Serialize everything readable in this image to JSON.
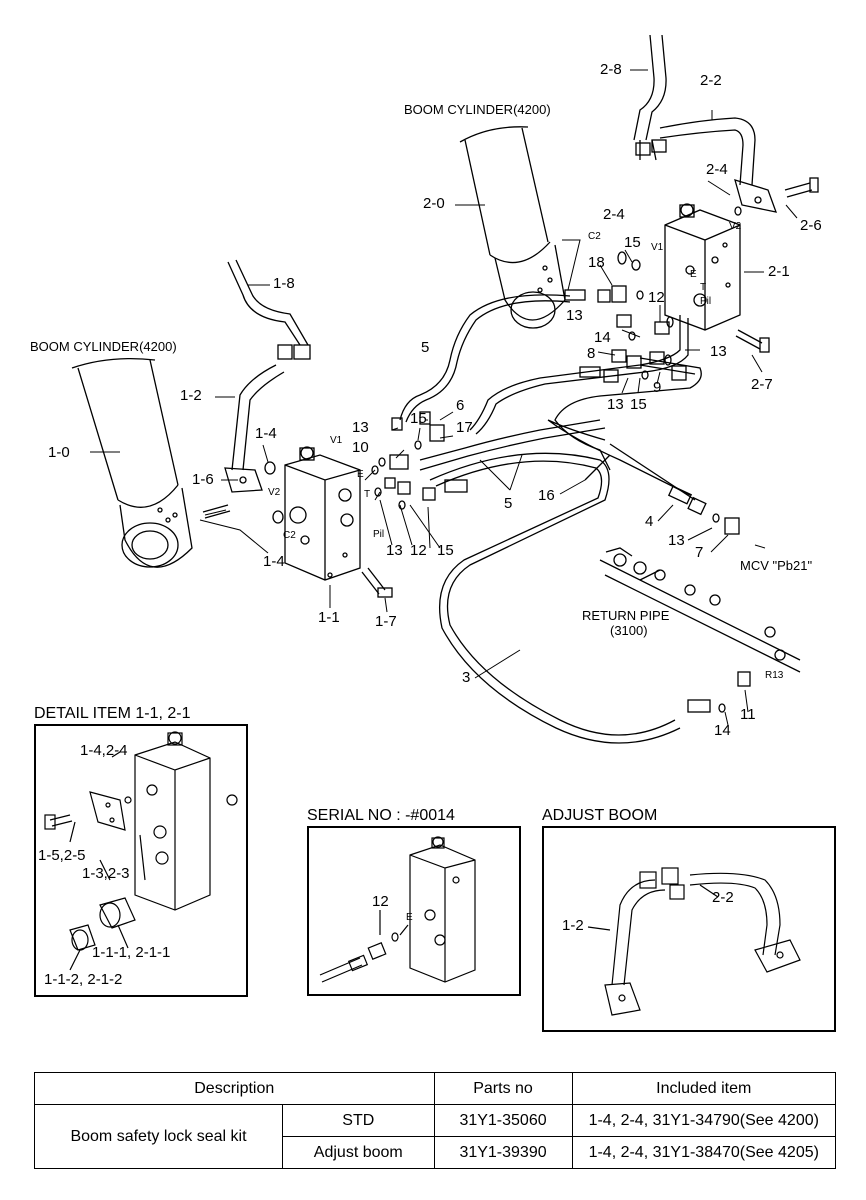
{
  "labels": {
    "boom_cyl_top": "BOOM CYLINDER(4200)",
    "boom_cyl_left": "BOOM CYLINDER(4200)",
    "l_2_8": "2-8",
    "l_2_2": "2-2",
    "l_2_4a": "2-4",
    "l_2_4b": "2-4",
    "l_2_6": "2-6",
    "l_2_0": "2-0",
    "l_2_1": "2-1",
    "l_2_7": "2-7",
    "l_c2_top": "C2",
    "l_v1_top": "V1",
    "l_v2_top": "V2",
    "l_t_top": "T",
    "l_pil_top": "Pil",
    "l_e_top": "E",
    "l_15a": "15",
    "l_18": "18",
    "l_13a": "13",
    "l_12a": "12",
    "l_14a": "14",
    "l_8": "8",
    "l_13b": "13",
    "l_13c": "13",
    "l_15b": "15",
    "l_9": "9",
    "l_5a": "5",
    "l_1_8": "1-8",
    "l_1_2": "1-2",
    "l_1_0": "1-0",
    "l_1_4a": "1-4",
    "l_1_6": "1-6",
    "l_v2_left": "V2",
    "l_v1_left": "V1",
    "l_c2_left": "C2",
    "l_e_left": "E",
    "l_t_left": "T",
    "l_pil_left": "Pil",
    "l_13d": "13",
    "l_15c": "15",
    "l_6": "6",
    "l_10": "10",
    "l_17": "17",
    "l_5b": "5",
    "l_16": "16",
    "l_4": "4",
    "l_13e": "13",
    "l_7": "7",
    "l_mcv": "MCV \"Pb21\"",
    "l_1_4b": "1-4",
    "l_13f": "13",
    "l_12b": "12",
    "l_15d": "15",
    "l_1_1": "1-1",
    "l_1_7": "1-7",
    "l_return": "RETURN PIPE",
    "l_return_no": "(3100)",
    "l_3": "3",
    "l_r13": "R13",
    "l_11": "11",
    "l_14b": "14"
  },
  "detail": {
    "title": "DETAIL ITEM 1-1, 2-1",
    "l_1": "1-4,2-4",
    "l_2": "1-5,2-5",
    "l_3": "1-3,2-3",
    "l_4": "1-1-1, 2-1-1",
    "l_5": "1-1-2, 2-1-2"
  },
  "serial": {
    "title": "SERIAL NO : -#0014",
    "l_12": "12",
    "l_e": "E"
  },
  "adjust": {
    "title": "ADJUST BOOM",
    "l_2_2": "2-2",
    "l_1_2": "1-2"
  },
  "table": {
    "headers": [
      "Description",
      "Parts no",
      "Included item"
    ],
    "kit_name": "Boom safety lock seal kit",
    "rows": [
      {
        "variant": "STD",
        "part_no": "31Y1-35060",
        "included": "1-4, 2-4, 31Y1-34790(See 4200)"
      },
      {
        "variant": "Adjust boom",
        "part_no": "31Y1-39390",
        "included": "1-4, 2-4, 31Y1-38470(See 4205)"
      }
    ]
  }
}
